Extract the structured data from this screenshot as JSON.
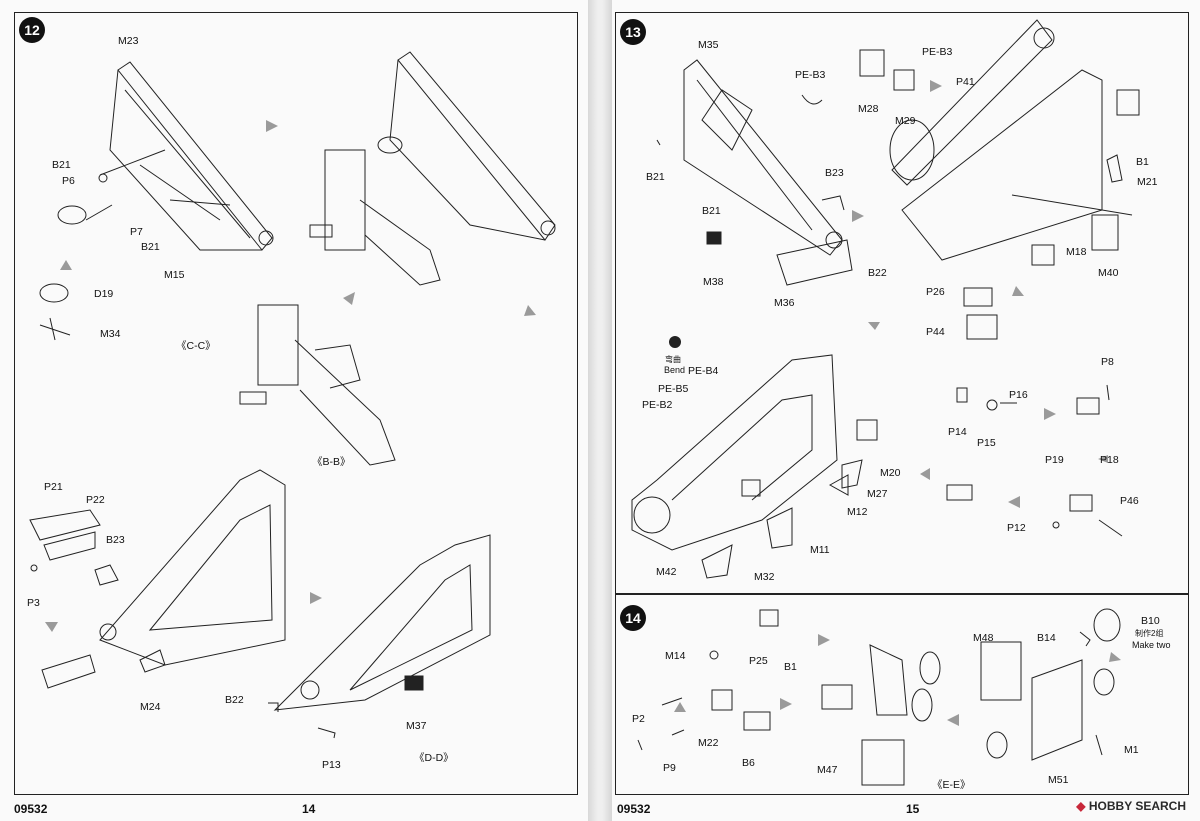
{
  "left": {
    "step": "12",
    "labels": {
      "m23": "M23",
      "b21a": "B21",
      "p6": "P6",
      "p7": "P7",
      "b21b": "B21",
      "m15": "M15",
      "d19": "D19",
      "m34": "M34",
      "cc": "《C-C》",
      "bb": "《B-B》",
      "p21": "P21",
      "p22": "P22",
      "b23": "B23",
      "p3": "P3",
      "m24": "M24",
      "b22": "B22",
      "m37": "M37",
      "p13": "P13",
      "dd": "《D-D》"
    },
    "catalog": "09532",
    "page": "14"
  },
  "right": {
    "step13": "13",
    "step14": "14",
    "labels": {
      "m35": "M35",
      "b21a": "B21",
      "b23": "B23",
      "b21b": "B21",
      "m38": "M38",
      "m36": "M36",
      "b22": "B22",
      "peb3a": "PE-B3",
      "peb3b": "PE-B3",
      "m28": "M28",
      "m29": "M29",
      "p41": "P41",
      "b1": "B1",
      "m21": "M21",
      "m18": "M18",
      "m40": "M40",
      "p26": "P26",
      "p44": "P44",
      "bend_cn": "弯曲",
      "bend_en": "Bend",
      "peb4": "PE-B4",
      "peb5": "PE-B5",
      "peb2": "PE-B2",
      "p8": "P8",
      "p14": "P14",
      "p16": "P16",
      "p15": "P15",
      "p18": "P18",
      "p19": "P19",
      "p46": "P46",
      "p12": "P12",
      "m20": "M20",
      "m27": "M27",
      "m12": "M12",
      "m11": "M11",
      "m42": "M42",
      "m32": "M32",
      "m14": "M14",
      "p25": "P25",
      "b1b": "B1",
      "m48": "M48",
      "b14": "B14",
      "b10": "B10",
      "make_two_cn": "制作2组",
      "make_two_en": "Make two",
      "p2": "P2",
      "p9": "P9",
      "m22": "M22",
      "b6": "B6",
      "m47": "M47",
      "ee": "《E-E》",
      "m1": "M1",
      "m51": "M51"
    },
    "catalog": "09532",
    "page": "15"
  },
  "watermark": {
    "brand": "HOBBY SEARCH"
  },
  "colors": {
    "line": "#222222",
    "arrow": "#9a9a9a",
    "paper": "#fafafa"
  }
}
